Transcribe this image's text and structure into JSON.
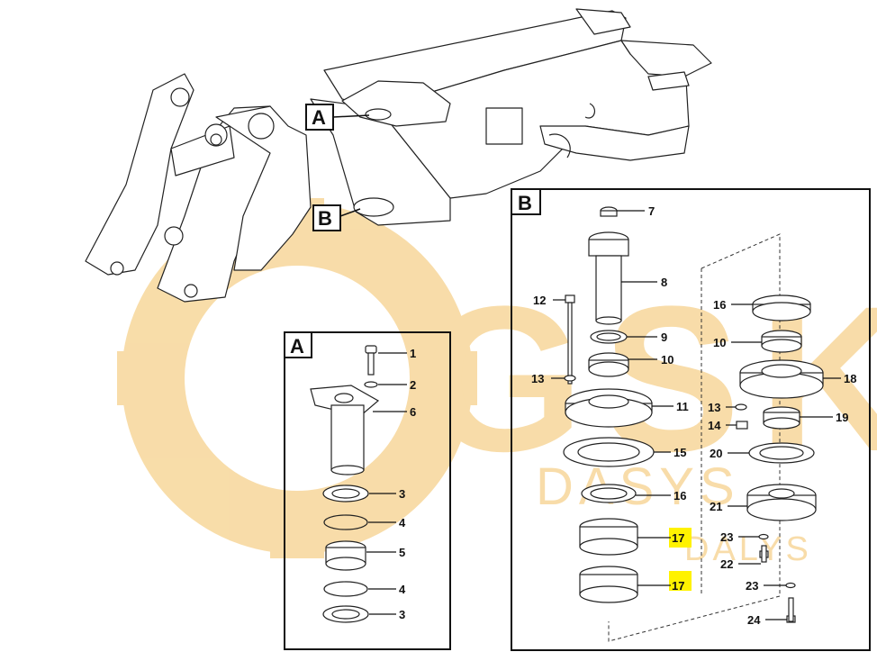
{
  "watermark": {
    "letters": "GSKA",
    "subtitle_1": "DASYS",
    "subtitle_2": "DALYS",
    "color": "#f3c163"
  },
  "callouts": {
    "overview_a": "A",
    "overview_b": "B",
    "detail_a_title": "A",
    "detail_b_title": "B"
  },
  "detail_a": {
    "parts": [
      "1",
      "2",
      "6",
      "3",
      "4",
      "5",
      "4",
      "3"
    ]
  },
  "detail_b": {
    "parts_left": [
      "7",
      "8",
      "12",
      "9",
      "10",
      "13",
      "11",
      "15",
      "16",
      "17",
      "17"
    ],
    "parts_right": [
      "16",
      "10",
      "18",
      "13",
      "14",
      "19",
      "20",
      "21",
      "23",
      "22",
      "23",
      "24"
    ]
  },
  "highlight_color": "#fff200"
}
